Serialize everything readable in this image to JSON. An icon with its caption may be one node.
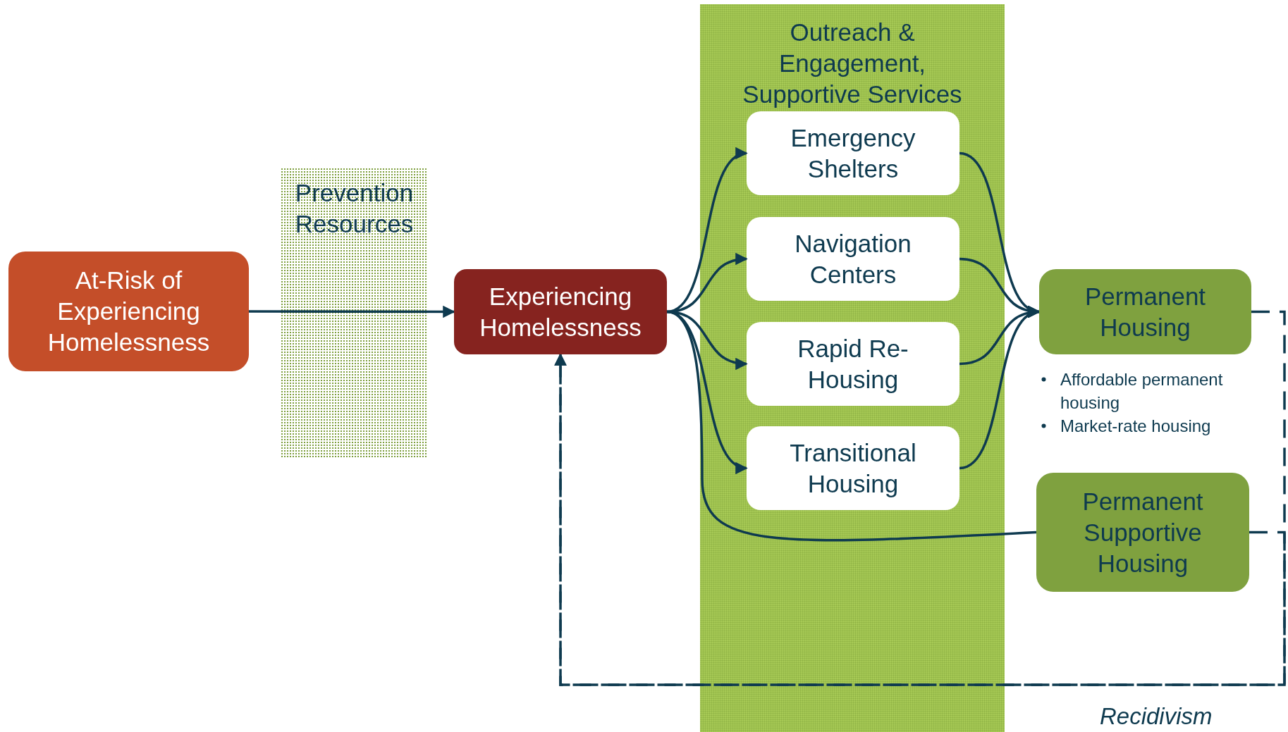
{
  "diagram": {
    "nodes": [
      {
        "text": [
          "At-Risk of Experiencing Homelessness"
        ]
      },
      {
        "text": [
          "Prevention Resources"
        ]
      },
      {
        "text": [
          "Experiencing Homelessness"
        ]
      },
      {
        "text": [
          "Outreach & Engagement, Supportive Services"
        ]
      },
      {
        "text": [
          "Emergency Shelters"
        ],
        "in": 3
      },
      {
        "text": [
          "Navigation Centers"
        ],
        "in": 3
      },
      {
        "text": [
          "Rapid Re-Housing"
        ],
        "in": 3
      },
      {
        "text": [
          "Transitional Housing"
        ],
        "in": 3
      },
      {
        "text": [
          "Permanent Housing"
        ],
        "beside": [
          "Affordable permanent housing",
          "Market-rate housing"
        ]
      },
      {
        "text": [
          "Permanent Supportive Housing"
        ]
      }
    ],
    "edges": [
      {
        "from": 0,
        "to": 2,
        "arrow": "to"
      },
      {
        "from": 2,
        "to": 4,
        "arrow": "to"
      },
      {
        "from": 2,
        "to": 5,
        "arrow": "to"
      },
      {
        "from": 2,
        "to": 6,
        "arrow": "to"
      },
      {
        "from": 2,
        "to": 7,
        "arrow": "to"
      },
      {
        "from": 2,
        "to": 9,
        "arrow": "none"
      },
      {
        "from": 4,
        "to": 8,
        "arrow": "to"
      },
      {
        "from": 5,
        "to": 8,
        "arrow": "to"
      },
      {
        "from": 6,
        "to": 8,
        "arrow": "to"
      },
      {
        "from": 7,
        "to": 8,
        "arrow": "to"
      },
      {
        "from": 8,
        "to": 2,
        "arrow": "to",
        "style": "dashed"
      },
      {
        "from": 9,
        "to": 2,
        "arrow": "to",
        "style": "dashed"
      }
    ],
    "labels": [
      "Recidivism"
    ]
  }
}
